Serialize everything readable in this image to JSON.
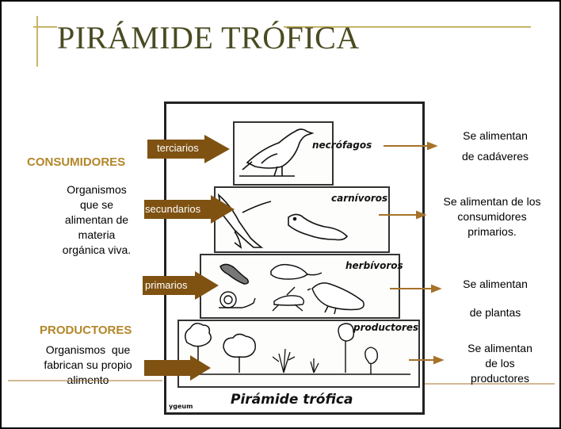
{
  "title": "PIRÁMIDE TRÓFICA",
  "left": {
    "consumers_heading": "CONSUMIDORES",
    "consumers_desc": [
      "Organismos",
      "que se",
      "alimentan de",
      "materia",
      "orgánica viva."
    ],
    "producers_heading": "PRODUCTORES",
    "producers_desc": [
      "Organismos  que",
      "fabrican su propio",
      "alimento"
    ]
  },
  "arrows": {
    "tertiary": "terciarios",
    "secondary": "secundarios",
    "primary": "primarios"
  },
  "pyramid": {
    "levels": [
      "necrófagos",
      "carnívoros",
      "herbívoros",
      "productores"
    ],
    "base_label": "Pirámide trófica",
    "corner_text": "ygeum"
  },
  "right": {
    "necrophages": [
      "Se alimentan",
      "de cadáveres"
    ],
    "carnivores": [
      "Se alimentan de los",
      "consumidores",
      "primarios."
    ],
    "herbivores": [
      "Se alimentan",
      "de plantas"
    ],
    "producers": [
      "Se alimentan",
      "de los",
      "productores"
    ]
  },
  "colors": {
    "title": "#4b4b23",
    "heading_gold": "#b2862a",
    "arrow_brown": "#7f5212",
    "accent_line": "#c8b46a",
    "pointer_arrow": "#a6722b"
  },
  "icons": [
    "vulture-icon",
    "bird-of-prey-icon",
    "weasel-icon",
    "caterpillar-icon",
    "mouse-icon",
    "snail-icon",
    "grasshopper-icon",
    "sparrow-icon",
    "tree-icon",
    "plant-icon"
  ]
}
